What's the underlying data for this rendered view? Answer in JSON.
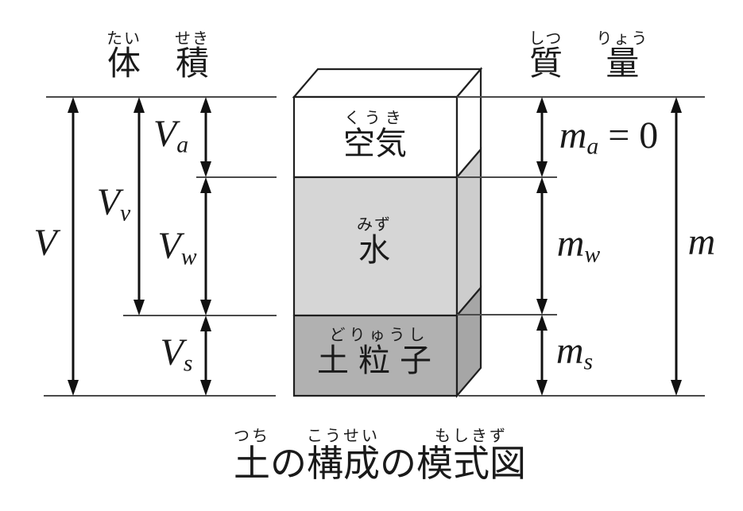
{
  "diagram": {
    "caption": {
      "segments": [
        {
          "base": "土",
          "ruby": "つち"
        },
        {
          "base": "の",
          "ruby": ""
        },
        {
          "base": "構成",
          "ruby": "こうせい"
        },
        {
          "base": "の",
          "ruby": ""
        },
        {
          "base": "模式図",
          "ruby": "もしきず"
        }
      ]
    },
    "column_headers": {
      "volume": {
        "segments": [
          {
            "base": "体",
            "ruby": "たい"
          },
          {
            "base": "積",
            "ruby": "せき"
          }
        ]
      },
      "mass": {
        "segments": [
          {
            "base": "質",
            "ruby": "しつ"
          },
          {
            "base": "量",
            "ruby": "りょう"
          }
        ]
      }
    },
    "box": {
      "top_color": "#ffffff",
      "edge_color": "#1f1f1f",
      "layers": [
        {
          "id": "air",
          "label": "空気",
          "furigana": "くうき",
          "front_color": "#ffffff",
          "side_color": "#ffffff"
        },
        {
          "id": "water",
          "label": "水",
          "furigana": "みず",
          "front_color": "#d6d6d6",
          "side_color": "#cdcdcd"
        },
        {
          "id": "soil",
          "label": "土粒子",
          "furigana": "どりゅうし",
          "front_color": "#b1b1b1",
          "side_color": "#a6a6a6"
        }
      ]
    },
    "volume_labels": {
      "total": {
        "main": "V",
        "sub": ""
      },
      "voids": {
        "main": "V",
        "sub": "v"
      },
      "air": {
        "main": "V",
        "sub": "a"
      },
      "water": {
        "main": "V",
        "sub": "w"
      },
      "soil": {
        "main": "V",
        "sub": "s"
      }
    },
    "mass_labels": {
      "air": {
        "main": "m",
        "sub": "a",
        "suffix": " = 0"
      },
      "water": {
        "main": "m",
        "sub": "w",
        "suffix": ""
      },
      "soil": {
        "main": "m",
        "sub": "s",
        "suffix": ""
      },
      "total": {
        "main": "m",
        "sub": "",
        "suffix": ""
      }
    },
    "line_color": "#4a4a4a",
    "arrow_color": "#111111"
  }
}
